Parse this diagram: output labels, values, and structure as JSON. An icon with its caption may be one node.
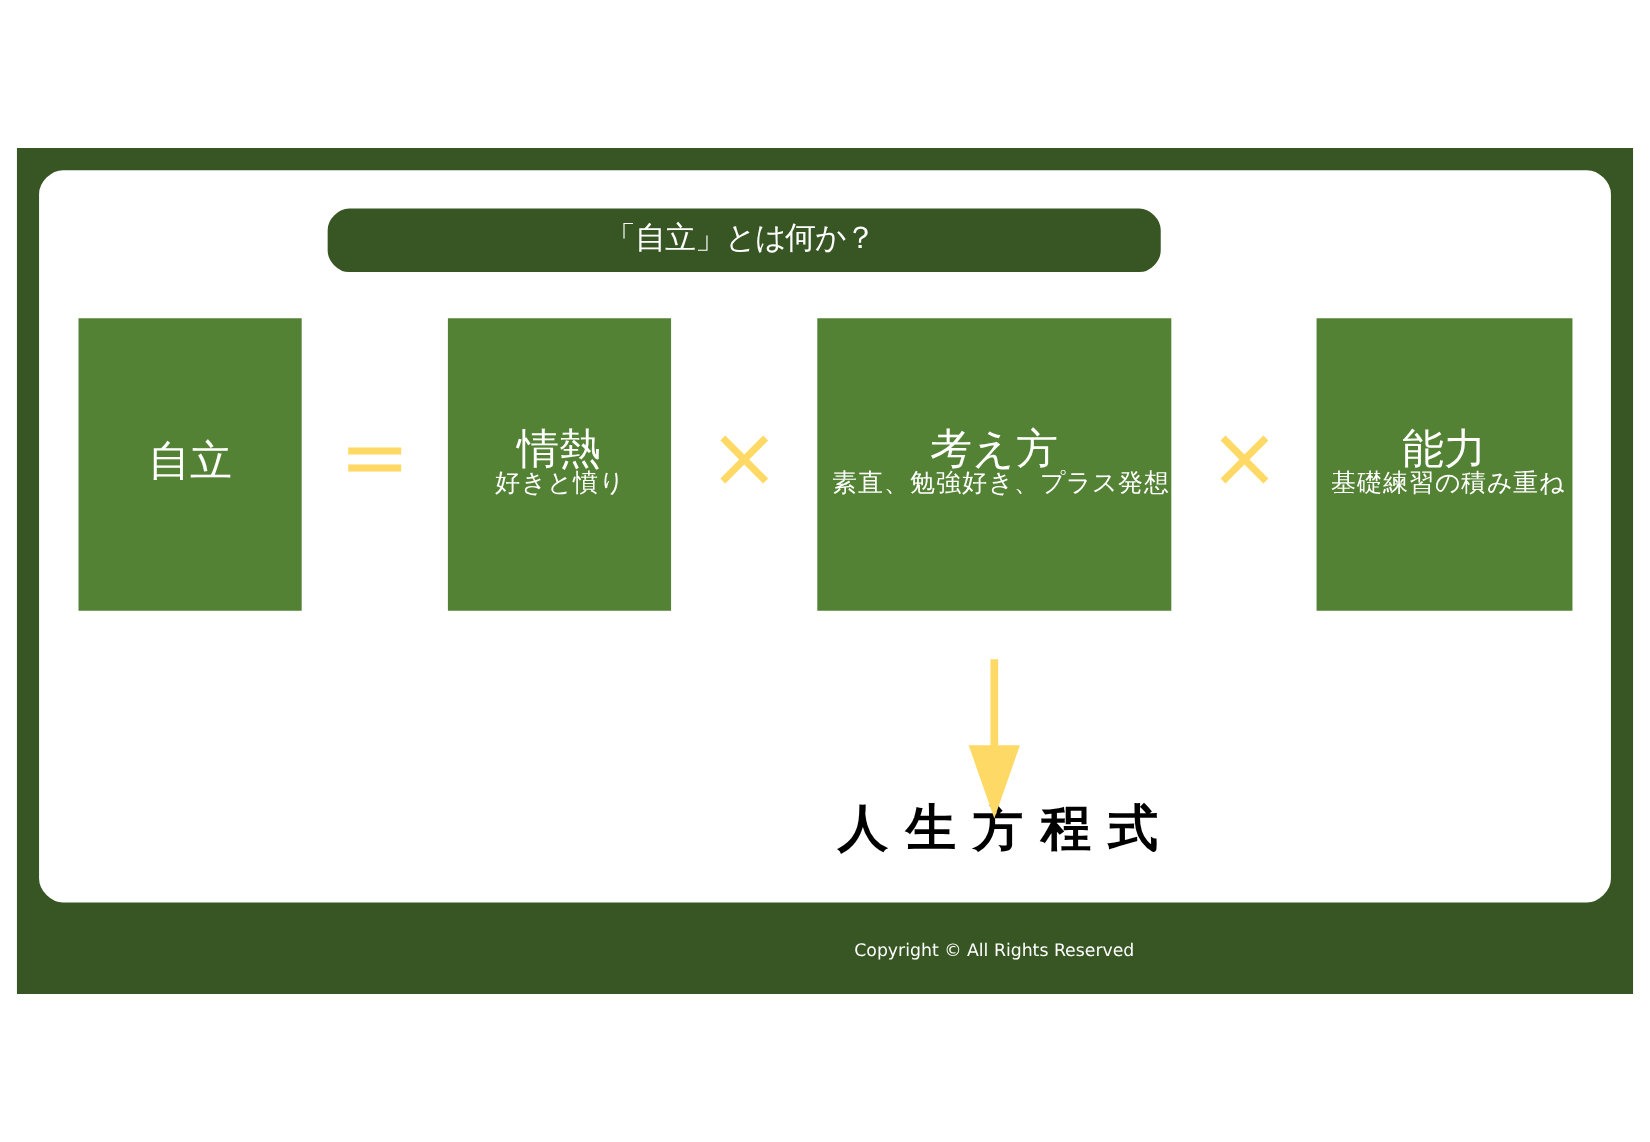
{
  "diagram": {
    "nodes": [
      {
        "text": [],
        "shape": "box"
      },
      {
        "text": [
          "「自立」とは何か？"
        ],
        "in": 0
      },
      {
        "text": [
          "自立"
        ],
        "in": 0
      },
      {
        "text": [
          "情熱",
          "好きと憤り"
        ],
        "in": 0
      },
      {
        "text": [
          "考え方",
          "素直、勉強好き、プラス発想"
        ],
        "in": 0
      },
      {
        "text": [
          "能力",
          "基礎練習の積み重ね"
        ],
        "in": 0
      },
      {
        "text": [
          "人 生 方 程 式"
        ],
        "in": 0
      }
    ],
    "edges": [
      {
        "from": null,
        "to": 6,
        "arrow": "to",
        "color": "#ffd966"
      }
    ],
    "labels": [
      "=",
      "×",
      "×",
      "Copyright © All Rights Reserved"
    ]
  }
}
